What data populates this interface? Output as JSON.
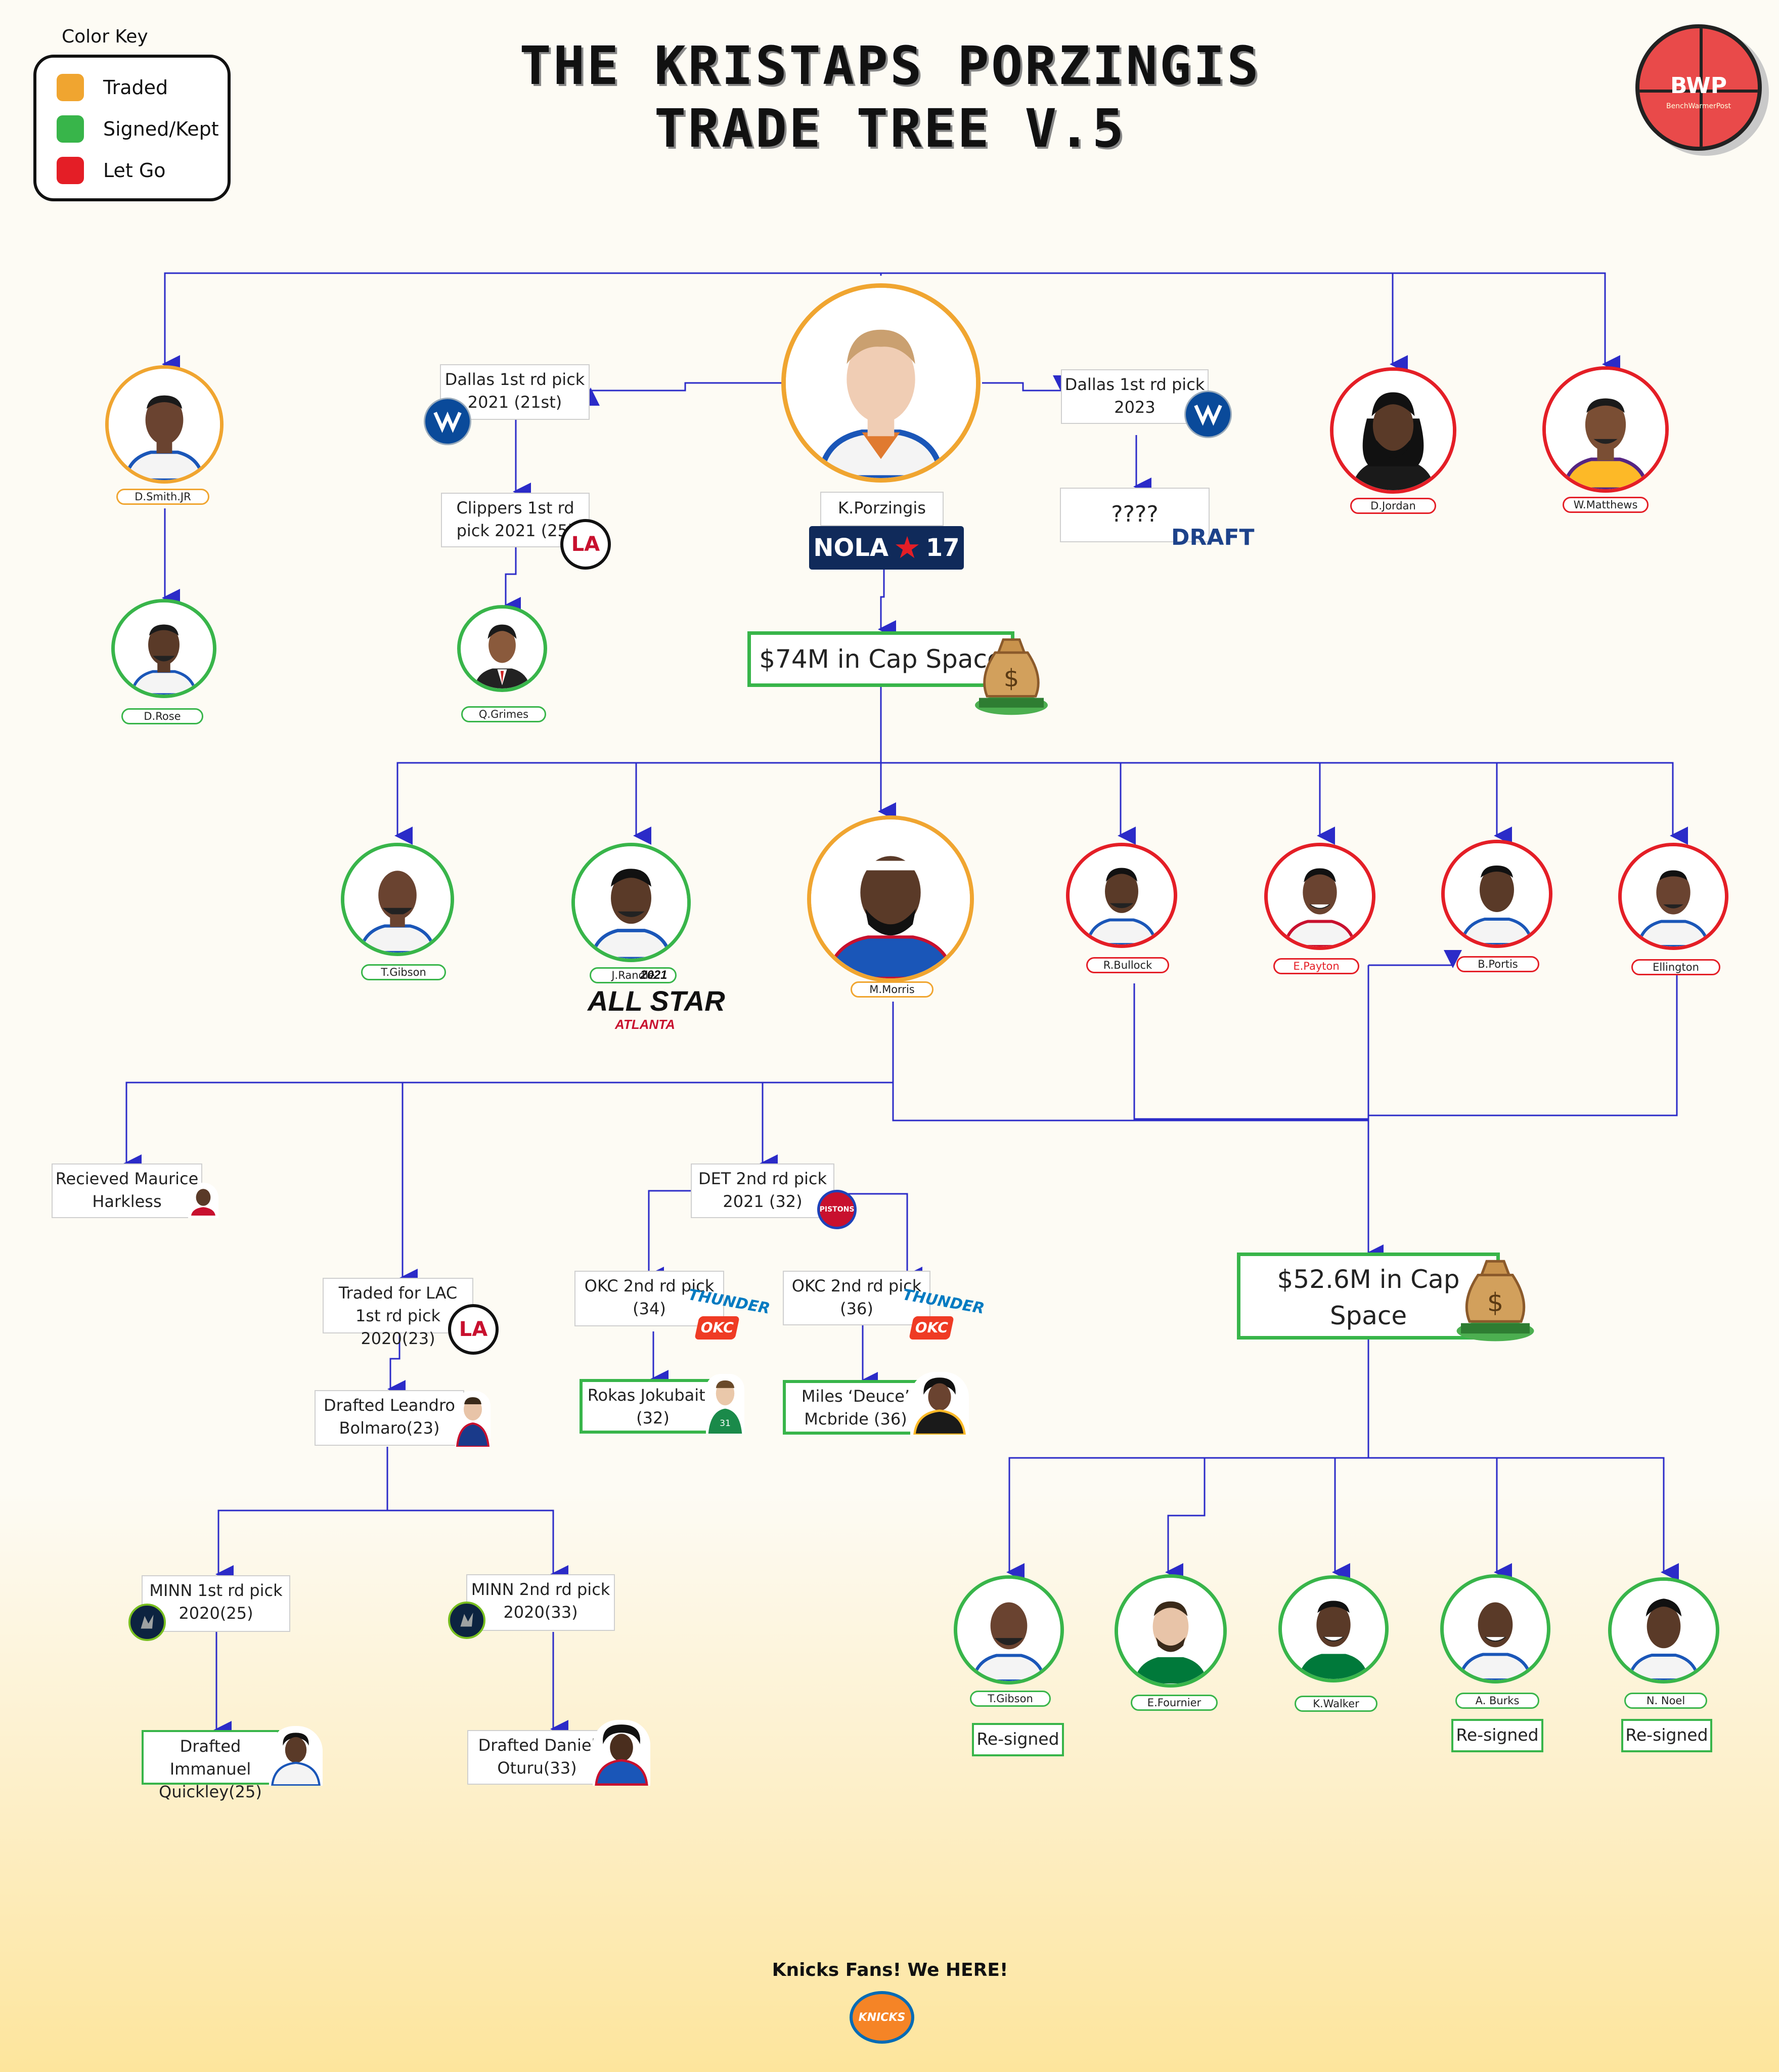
{
  "title": {
    "line1": "THE KRISTAPS PORZINGIS",
    "line2": "TRADE TREE V.5"
  },
  "color_key": {
    "heading": "Color Key",
    "items": [
      {
        "label": "Traded",
        "color": "#f0a530"
      },
      {
        "label": "Signed/Kept",
        "color": "#38b54a"
      },
      {
        "label": "Let Go",
        "color": "#e41e26"
      }
    ]
  },
  "logo": {
    "text": "BWP",
    "subtext": "BenchWarmerPost"
  },
  "players": {
    "porzingis": "K.Porzingis",
    "smith": "D.Smith.JR",
    "rose": "D.Rose",
    "grimes": "Q.Grimes",
    "jordan": "D.Jordan",
    "matthews": "W.Matthews",
    "gibson": "T.Gibson",
    "randle": "J.Randle",
    "morris": "M.Morris",
    "bullock": "R.Bullock",
    "payton": "E.Payton",
    "portis": "B.Portis",
    "ellington": "Ellington",
    "gibson2": "T.Gibson",
    "fournier": "E.Fournier",
    "walker": "K.Walker",
    "burks": "A. Burks",
    "noel": "N. Noel"
  },
  "picks": {
    "dal2021": "Dallas 1st rd pick 2021 (21st)",
    "lac2021": "Clippers 1st rd pick 2021 (25)",
    "dal2023": "Dallas 1st rd pick 2023",
    "unknown": "????",
    "harkless": "Recieved Maurice Harkless",
    "lac2020": "Traded for LAC 1st rd pick 2020(23)",
    "bolmaro": "Drafted Leandro Bolmaro(23)",
    "det2021": "DET 2nd rd pick 2021 (32)",
    "okc34": "OKC 2nd rd pick (34)",
    "okc36": "OKC 2nd rd pick (36)",
    "rokas": "Rokas Jokubaitis (32)",
    "mcbride": "Miles ‘Deuce’ Mcbride (36)",
    "minn1": "MINN 1st rd pick 2020(25)",
    "minn2": "MINN 2nd rd pick 2020(33)",
    "quickley": "Drafted Immanuel Quickley(25)",
    "oturu": "Drafted Daniel Oturu(33)"
  },
  "cap_space": {
    "first": "$74M in Cap Space",
    "second": "$52.6M in Cap Space"
  },
  "resigned_label": "Re-signed",
  "badges": {
    "nola": "NOLA",
    "nola_year": "17",
    "draft": "DRAFT",
    "allstar_year": "2021",
    "allstar": "ALL STAR",
    "allstar_city": "ATLANTA",
    "thunder": "THUNDER",
    "okc": "OKC",
    "pistons": "PISTONS"
  },
  "footer": {
    "text": "Knicks Fans! We HERE!",
    "logo_text": "KNICKS"
  }
}
